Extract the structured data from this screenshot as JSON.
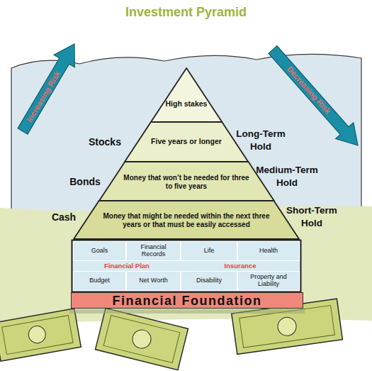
{
  "diagram": {
    "title": "Investment Pyramid",
    "nodes": [
      {
        "text": [
          "High stakes"
        ]
      },
      {
        "text": [
          "Five years or longer"
        ]
      },
      {
        "text": [
          "Money that won’t be needed for three to five years"
        ]
      },
      {
        "text": [
          "Money that might be needed within the next three years or that must be easily accessed"
        ]
      },
      {
        "text": [
          "Financial Plan"
        ]
      },
      {
        "text": [
          "Goals"
        ],
        "in": 4
      },
      {
        "text": [
          "Financial Records"
        ],
        "in": 4
      },
      {
        "text": [
          "Budget"
        ],
        "in": 4
      },
      {
        "text": [
          "Net Worth"
        ],
        "in": 4
      },
      {
        "text": [
          "Insurance"
        ]
      },
      {
        "text": [
          "Life"
        ],
        "in": 9
      },
      {
        "text": [
          "Health"
        ],
        "in": 9
      },
      {
        "text": [
          "Disability"
        ],
        "in": 9
      },
      {
        "text": [
          "Property and Liability"
        ],
        "in": 9
      },
      {
        "text": [
          "Financial Foundation"
        ]
      }
    ],
    "labels": [
      "Increasing Risk",
      "Decreasing Risk",
      "Stocks",
      "Long-Term Hold",
      "Bonds",
      "Medium-Term Hold",
      "Cash",
      "Short-Term Hold"
    ]
  }
}
